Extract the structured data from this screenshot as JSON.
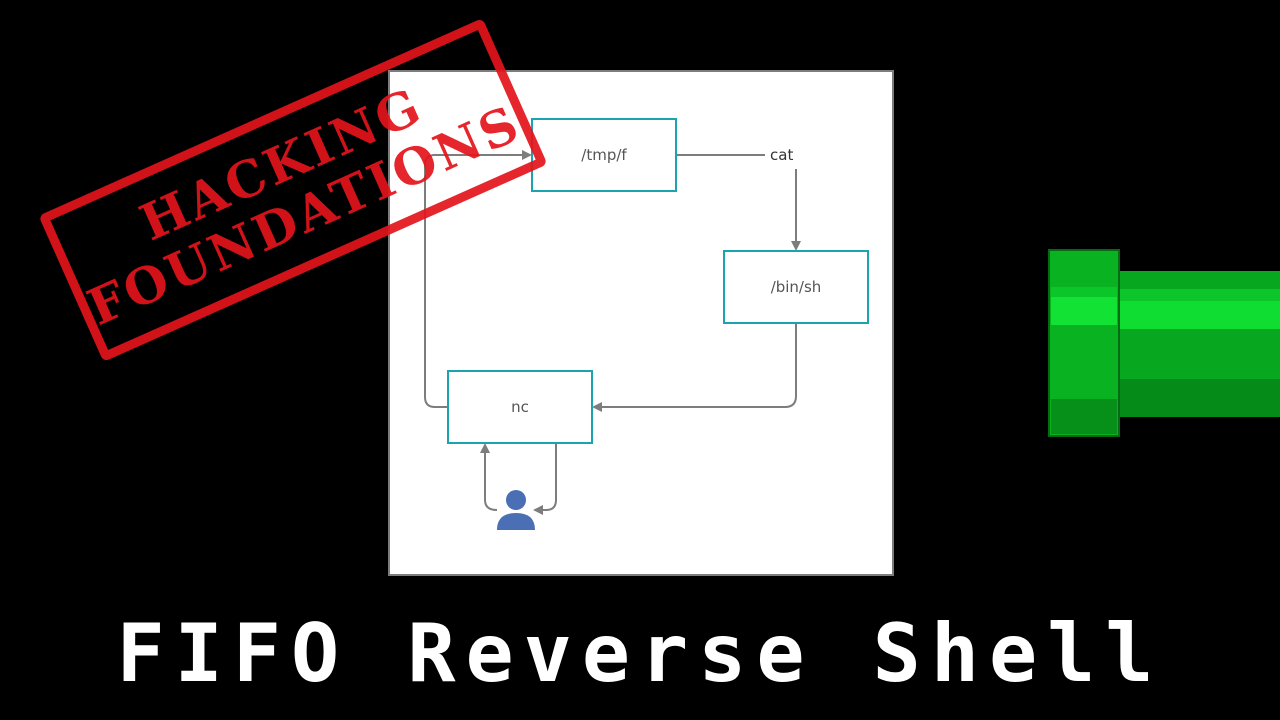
{
  "title": "FIFO Reverse Shell",
  "stamp": {
    "line1": "HACKING",
    "line2": "FOUNDATIONS",
    "color": "#e4141c"
  },
  "diagram": {
    "nodes": {
      "tmpf": "/tmp/f",
      "binsh": "/bin/sh",
      "nc": "nc"
    },
    "edge_label": "cat",
    "colors": {
      "node_border": "#1ba3b0",
      "arrow": "#7d7d7d",
      "user": "#4a6fb5"
    }
  },
  "pipe": {
    "color": "#0ecf2a"
  }
}
